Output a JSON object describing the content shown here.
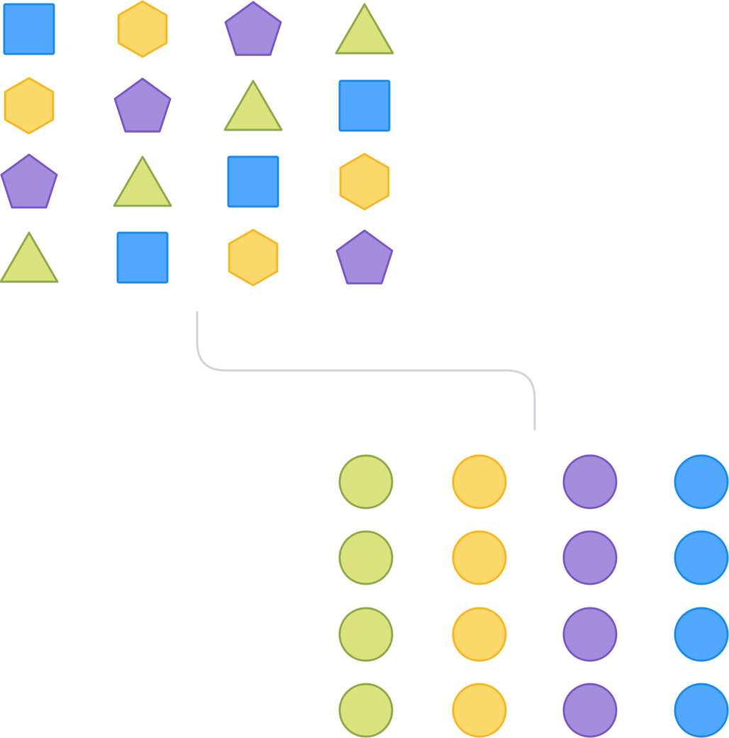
{
  "colors": {
    "blue": {
      "fill": "#52a8ff",
      "stroke": "#1a8cf0"
    },
    "yellow": {
      "fill": "#fbd96a",
      "stroke": "#f8b822"
    },
    "purple": {
      "fill": "#a38ddc",
      "stroke": "#7e57c8"
    },
    "green": {
      "fill": "#dbe37e",
      "stroke": "#8fac48"
    },
    "connector": "#d4d4de"
  },
  "shape_types": {
    "square": "blue",
    "hexagon": "yellow",
    "pentagon": "purple",
    "triangle": "green",
    "circle": "by-column"
  },
  "mixed_grid": [
    [
      "square",
      "hexagon",
      "pentagon",
      "triangle"
    ],
    [
      "hexagon",
      "pentagon",
      "triangle",
      "square"
    ],
    [
      "pentagon",
      "triangle",
      "square",
      "hexagon"
    ],
    [
      "triangle",
      "square",
      "hexagon",
      "pentagon"
    ]
  ],
  "sorted_grid": {
    "columns": [
      "green",
      "yellow",
      "purple",
      "blue"
    ],
    "rows": 4,
    "shape": "circle"
  }
}
